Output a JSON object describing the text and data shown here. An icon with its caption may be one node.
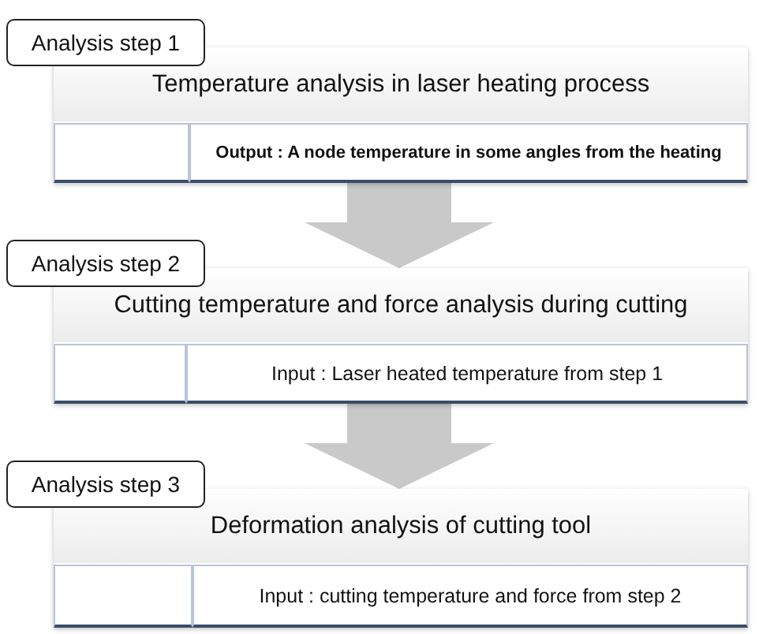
{
  "diagram": {
    "nodes": [
      {
        "text": [
          "Analysis step 1"
        ]
      },
      {
        "text": [
          "Temperature analysis in laser heating process"
        ]
      },
      {
        "text": [],
        "shape": "box",
        "in": 1
      },
      {
        "text": [
          "Output : A node temperature in some angles from the heating"
        ],
        "in": 1
      },
      {
        "text": [
          "Analysis step 2"
        ]
      },
      {
        "text": [
          "Cutting temperature and force analysis during cutting"
        ]
      },
      {
        "text": [],
        "shape": "box",
        "in": 5
      },
      {
        "text": [
          "Input : Laser heated temperature from step 1"
        ],
        "in": 5
      },
      {
        "text": [
          "Analysis step 3"
        ]
      },
      {
        "text": [
          "Deformation analysis of cutting tool"
        ]
      },
      {
        "text": [],
        "shape": "box",
        "in": 9
      },
      {
        "text": [
          "Input : cutting temperature and force from step 2"
        ],
        "in": 9
      }
    ],
    "edges": [
      {
        "from": 1,
        "to": 5,
        "arrow": "to",
        "style": "thick"
      },
      {
        "from": 5,
        "to": 9,
        "arrow": "to",
        "style": "thick"
      }
    ]
  }
}
